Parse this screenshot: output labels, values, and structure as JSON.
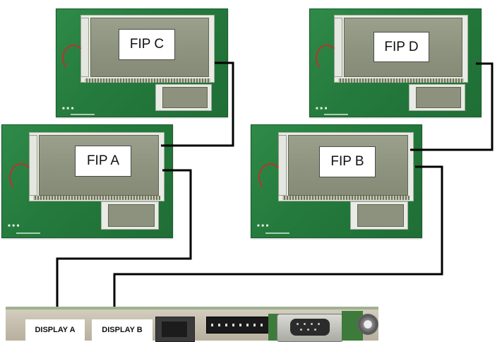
{
  "boards": {
    "fip_c": {
      "label": "FIP C"
    },
    "fip_d": {
      "label": "FIP D"
    },
    "fip_a": {
      "label": "FIP A"
    },
    "fip_b": {
      "label": "FIP B"
    }
  },
  "mainboard": {
    "display_a_label": "DISPLAY A",
    "display_b_label": "DISPLAY B"
  },
  "colors": {
    "pcb": "#247a3c",
    "cable": "#000000",
    "label_border": "#4a4a4a"
  }
}
